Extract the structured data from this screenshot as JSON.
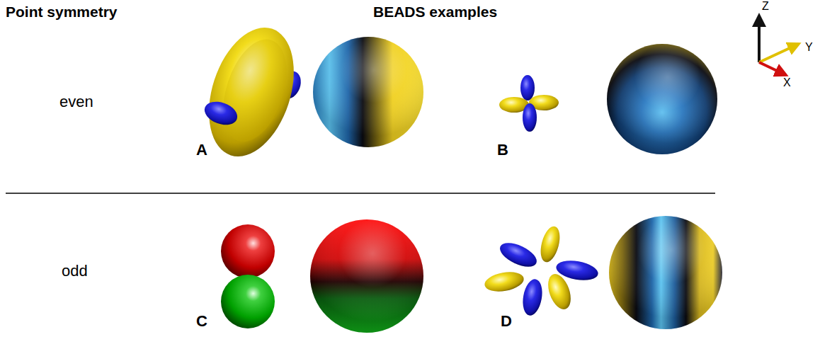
{
  "diagram": {
    "labels": [
      "Point symmetry",
      "BEADS examples",
      "even",
      "odd",
      "A",
      "B",
      "C",
      "D",
      "Z",
      "Y",
      "X"
    ]
  }
}
